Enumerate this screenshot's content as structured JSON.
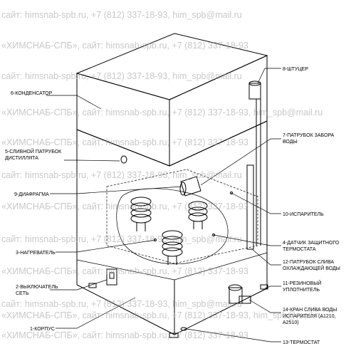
{
  "watermark": {
    "lines": [
      "сайт: himsnab-spb.ru, +7 (812) 337-18-93, him_spb@mail.ru",
      "«ХИМСНАБ-СПБ», сайт: himsnab-spb.ru, +7 (812) 337-18-93",
      "сайт: himsnab-spb.ru, +7 (812) 337-18-93, him_spb@mail.ru",
      "«ХИМСНАБ-СПБ», сайт: himsnab-spb.ru, +7 (812) 337-18-93, him_spb@mail.ru",
      "«ХИМСНАБ-СПБ», сайт: himsnab-spb.ru, +7 (812) 337-18-93",
      "сайт: himsnab-spb.ru, +7 (812) 337-18-93, him_spb@mail.ru",
      "«ХИМСНАБ-СПБ», сайт: himsnab-spb.ru, +7 (812) 337-18-93",
      "сайт: himsnab-spb.ru, +7 (812) 337-18-93, him_spb@mail.ru",
      "«ХИМСНАБ-СПБ», сайт: himsnab-spb.ru, +7 (812) 337-18-93",
      "сайт: himsnab-spb.ru, +7 (812) 337-18-93, him_spb@mail.ru",
      "«ХИМСНАБ-СПБ», сайт: himsnab-spb.ru, +7 (812) 337-18-93, him_spb@mail.ru",
      "«ХИМСНАБ-СПБ», сайт: himsnab-spb.ru, +7 (812) 337-18-93"
    ]
  },
  "labels": {
    "l1": [
      "1-КОРПУС"
    ],
    "l2": [
      "2-ВЫКЛЮЧАТЕЛЬ",
      "СЕТЬ"
    ],
    "l3": [
      "3-НАГРЕВАТЕЛЬ"
    ],
    "l4": [
      "4-ДАТЧИК ЗАЩИТНОГО",
      "ТЕРМОСТАТА"
    ],
    "l5": [
      "5-СЛИВНОЙ ПАТРУБОК",
      "ДИСТИЛЛЯТА"
    ],
    "l6": [
      "6-КОНДЕНСАТОР"
    ],
    "l7": [
      "7-ПАТРУБОК ЗАБОРА",
      "ВОДЫ"
    ],
    "l8": [
      "8-ШТУЦЕР"
    ],
    "l9": [
      "9-ДИАФРАГМА"
    ],
    "l10": [
      "10-ИСПАРИТЕЛЬ"
    ],
    "l11": [
      "11-РЕЗИНОВЫЙ",
      "УПЛОТНИТЕЛЬ"
    ],
    "l12": [
      "12-ПАТРУБОК СЛИВА",
      "ОХЛАЖДАЮЩЕЙ ВОДЫ"
    ],
    "l13": [
      "13-ТЕРМОСТАТ"
    ],
    "l14": [
      "14-КРАН СЛИВА ВОДЫ",
      "ИСПАРИТЕЛЯ (А1210,",
      "А2510)"
    ]
  }
}
